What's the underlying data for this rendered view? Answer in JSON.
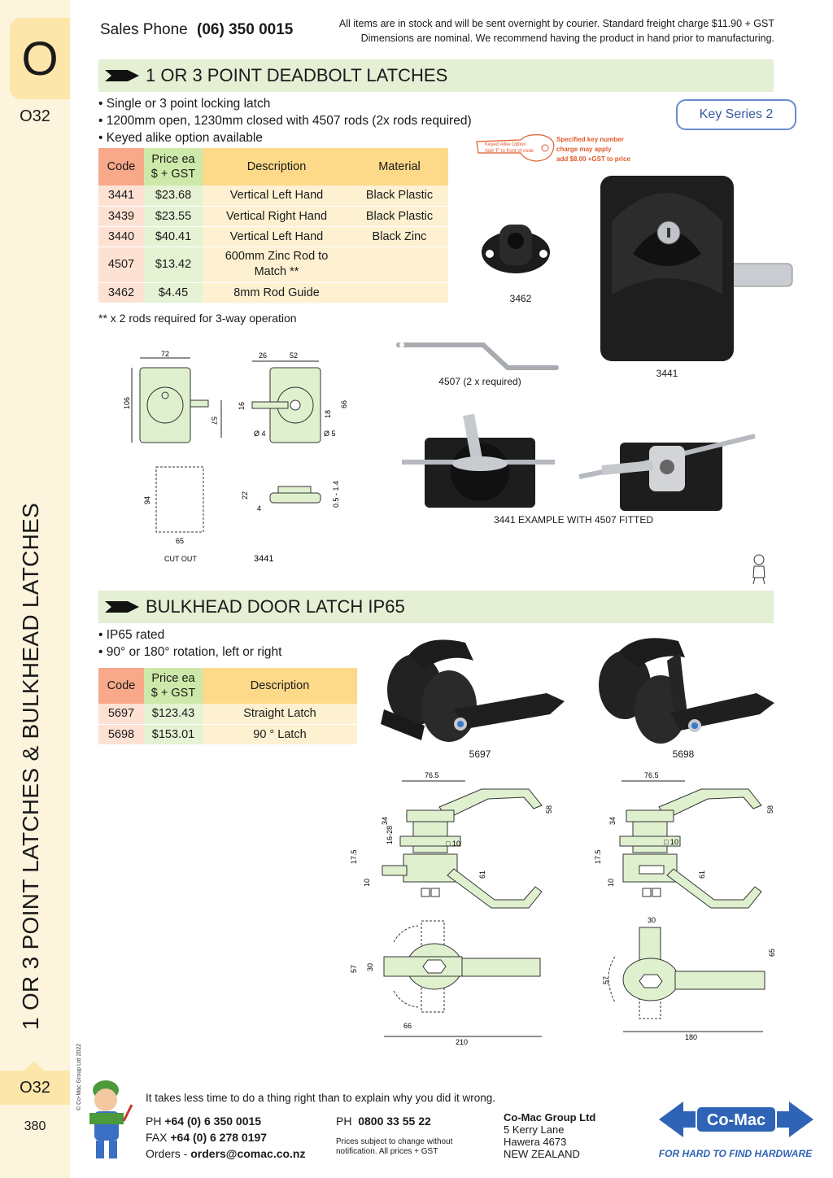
{
  "sidebar": {
    "letter": "O",
    "page_code": "O32",
    "vertical_title": "1 OR 3 POINT LATCHES & BULKHEAD LATCHES",
    "copyright": "© Co-Mac Group Ltd 2022",
    "page_number": "380"
  },
  "header": {
    "sales_label": "Sales Phone",
    "sales_phone": "(06) 350 0015",
    "note_line1": "All items are in stock and will be sent overnight by courier. Standard freight charge $11.90 + GST",
    "note_line2": "Dimensions are nominal. We recommend having the product in hand prior to manufacturing."
  },
  "section1": {
    "title": "1 OR 3 POINT DEADBOLT LATCHES",
    "bullets": [
      "• Single or 3 point locking latch",
      "• 1200mm open, 1230mm closed with 4507 rods (2x rods required)",
      "• Keyed alike option available"
    ],
    "key_series": "Key Series 2",
    "keyed_alike_note1": "Keyed Alike Option",
    "keyed_alike_note2": "Add 'F' to front of code",
    "spec_key_note1": "Specified key number",
    "spec_key_note2": "charge may apply",
    "spec_key_note3": "add $8.00 +GST to price",
    "table_headers": {
      "code": "Code",
      "price1": "Price ea",
      "price2": "$ + GST",
      "desc": "Description",
      "material": "Material"
    },
    "rows": [
      {
        "code": "3441",
        "price": "$23.68",
        "desc": "Vertical Left Hand",
        "material": "Black Plastic"
      },
      {
        "code": "3439",
        "price": "$23.55",
        "desc": "Vertical Right Hand",
        "material": "Black Plastic"
      },
      {
        "code": "3440",
        "price": "$40.41",
        "desc": "Vertical Left Hand",
        "material": "Black Zinc"
      },
      {
        "code": "4507",
        "price": "$13.42",
        "desc": "600mm Zinc Rod to Match **",
        "material": ""
      },
      {
        "code": "3462",
        "price": "$4.45",
        "desc": "8mm Rod Guide",
        "material": ""
      }
    ],
    "footnote": "** x 2 rods required for 3-way operation",
    "captions": {
      "guide": "3462",
      "latch": "3441",
      "rod": "4507 (2 x required)",
      "example": "3441 EXAMPLE WITH 4507 FITTED",
      "cutout": "CUT OUT",
      "drawing": "3441"
    },
    "dims": {
      "d72": "72",
      "d106": "106",
      "d57": "57",
      "d26": "26",
      "d52": "52",
      "d16": "16",
      "d18": "18",
      "d66": "66",
      "d4": "Ø 4",
      "d5": "Ø 5",
      "d94": "94",
      "d65": "65",
      "d22": "22",
      "d4b": "4",
      "d05": "0.5 - 1.4"
    }
  },
  "section2": {
    "title": "BULKHEAD DOOR LATCH IP65",
    "bullets": [
      "• IP65 rated",
      "• 90° or 180° rotation, left or right"
    ],
    "table_headers": {
      "code": "Code",
      "price1": "Price ea",
      "price2": "$ + GST",
      "desc": "Description"
    },
    "rows": [
      {
        "code": "5697",
        "price": "$123.43",
        "desc": "Straight Latch"
      },
      {
        "code": "5698",
        "price": "$153.01",
        "desc": "90 ° Latch"
      }
    ],
    "captions": {
      "left": "5697",
      "right": "5698"
    },
    "dims": {
      "d765": "76.5",
      "d58": "58",
      "d34": "34",
      "d1628": "16-28",
      "d10sq": "□ 10",
      "d175": "17.5",
      "d10": "10",
      "d61": "61",
      "d57": "57",
      "d30": "30",
      "d66": "66",
      "d210": "210",
      "d180": "180",
      "d65": "65"
    }
  },
  "footer": {
    "quote": "It takes less time to do a thing right than to explain why you did it wrong.",
    "ph_label": "PH",
    "ph": "+64 (0) 6 350 0015",
    "fax_label": "FAX",
    "fax": "+64 (0) 6 278 0197",
    "orders_label": "Orders -",
    "orders": "orders@comac.co.nz",
    "ph2_label": "PH",
    "ph2": "0800 33 55 22",
    "prices_note1": "Prices subject to change without",
    "prices_note2": "notification. All prices + GST",
    "company": "Co-Mac Group Ltd",
    "addr1": "5 Kerry Lane",
    "addr2": "Hawera 4673",
    "addr3": "NEW ZEALAND",
    "brand": "Co-Mac",
    "tagline": "FOR HARD TO FIND HARDWARE"
  }
}
